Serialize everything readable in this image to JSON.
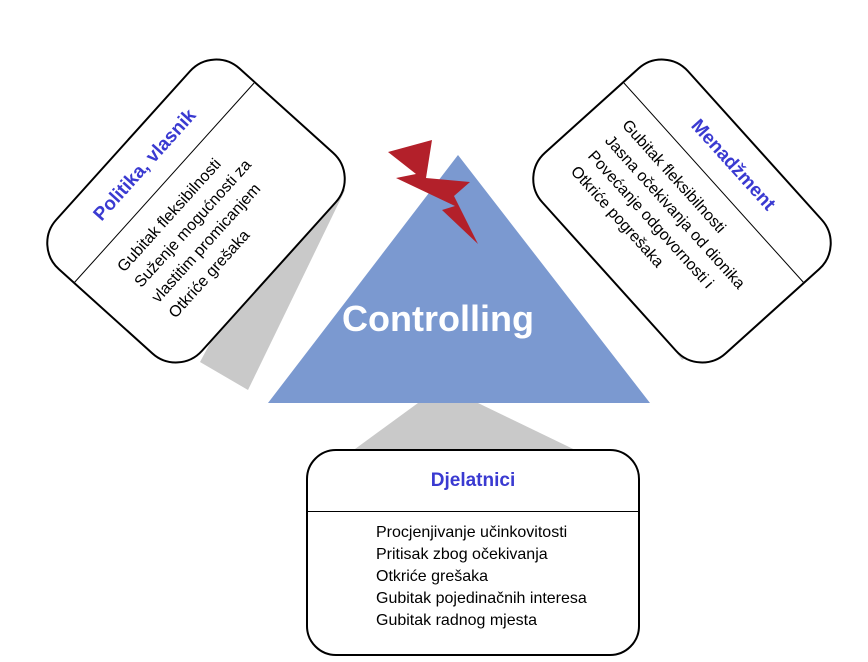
{
  "center": {
    "label": "Controlling"
  },
  "groups": [
    {
      "title": "Politika, vlasnik",
      "items": [
        "Gubitak fleksibilnosti",
        "Suženje mogućnosti za",
        "vlastitim promicanjem",
        "Otkriće grešaka"
      ]
    },
    {
      "title": "Menadžment",
      "items": [
        "Gubitak fleksibilnosti",
        "Jasna očekivanja od dionika",
        "Povećanje odgovornosti i",
        "Otkriće pogrešaka"
      ]
    },
    {
      "title": "Djelatnici",
      "items": [
        "Procjenjivanje učinkovitosti",
        "Pritisak zbog očekivanja",
        "Otkriće grešaka",
        "Gubitak pojedinačnih interesa",
        "Gubitak radnog mjesta"
      ]
    }
  ],
  "colors": {
    "triangle": "#7b99d0",
    "connector": "#c9c9c9",
    "lightning": "#b3202a",
    "heading": "#3a3ad1"
  },
  "icons": {
    "lightning": "lightning-bolt-icon"
  }
}
